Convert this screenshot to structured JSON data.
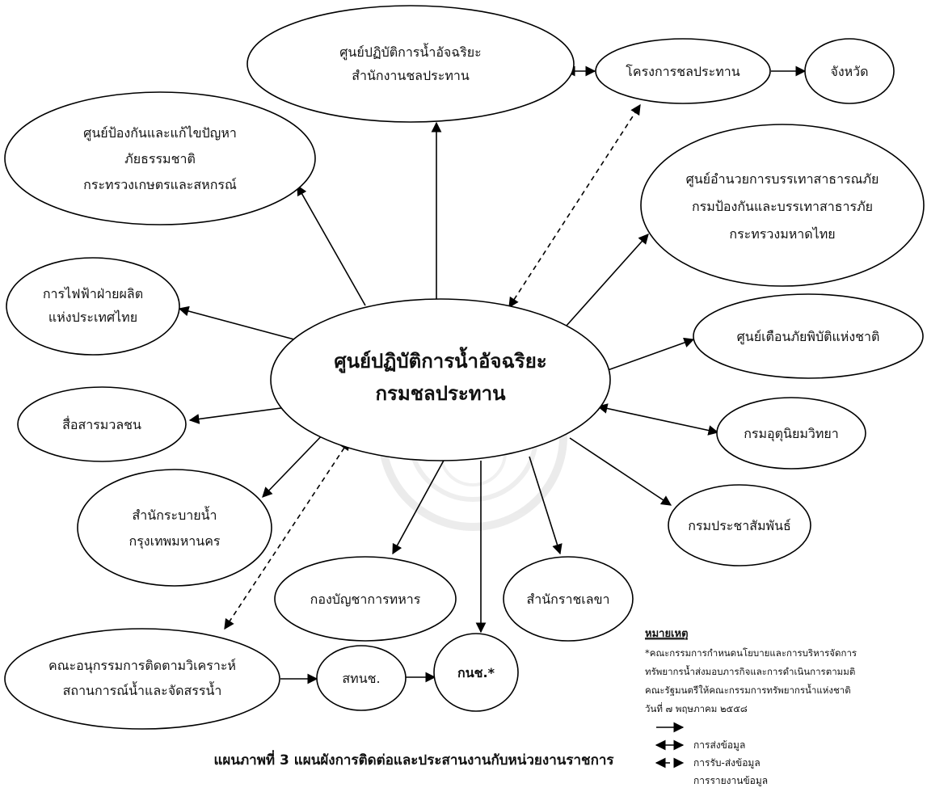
{
  "center": {
    "lines": [
      "ศูนย์ปฏิบัติการน้ำอัจฉริยะ",
      "กรมชลประทาน"
    ]
  },
  "nodes": {
    "rid_center": [
      "ศูนย์ปฏิบัติการน้ำอัจฉริยะ",
      "สำนักงานชลประทาน"
    ],
    "irrigation_project": [
      "โครงการชลประทาน"
    ],
    "province": [
      "จังหวัด"
    ],
    "moac_disaster": [
      "ศูนย์ป้องกันและแก้ไขปัญหา",
      "ภัยธรรมชาติ",
      "กระทรวงเกษตรและสหกรณ์"
    ],
    "ddpm": [
      "ศูนย์อำนวยการบรรเทาสาธารณภัย",
      "กรมป้องกันและบรรเทาสาธารภัย",
      "กระทรวงมหาดไทย"
    ],
    "egat": [
      "การไฟฟ้าฝ่ายผลิต",
      "แห่งประเทศไทย"
    ],
    "ndwc": [
      "ศูนย์เตือนภัยพิบัติแห่งชาติ"
    ],
    "media": [
      "สื่อสารมวลชน"
    ],
    "tmd": [
      "กรมอุตุนิยมวิทยา"
    ],
    "bma_drainage": [
      "สำนักระบายน้ำ",
      "กรุงเทพมหานคร"
    ],
    "prd": [
      "กรมประชาสัมพันธ์"
    ],
    "military": [
      "กองบัญชาการทหาร"
    ],
    "secretariat": [
      "สำนักราชเลขา"
    ],
    "subcommittee": [
      "คณะอนุกรรมการติดตามวิเคราะห์",
      "สถานการณ์น้ำและจัดสรรน้ำ"
    ],
    "onwr": [
      "สทนช."
    ],
    "nwrc": [
      "กนช.*"
    ]
  },
  "caption": "แผนภาพที่ 3 แผนผังการติดต่อและประสานงานกับหน่วยงานราชการ",
  "note": {
    "title": "หมายเหตุ",
    "lines": [
      "*คณะกรรมการกำหนดนโยบายและการบริหารจัดการ",
      "ทรัพยากรน้ำส่งมอบภารกิจและการดำเนินการตามมติ",
      "คณะรัฐมนตรีให้คณะกรรมการทรัพยากรน้ำแห่งชาติ",
      "วันที่ ๗ พฤษภาคม ๒๕๕๘"
    ]
  },
  "legend": {
    "send": "การส่งข้อมูล",
    "exchange": "การรับ-ส่งข้อมูล",
    "report": "การรายงานข้อมูล"
  }
}
